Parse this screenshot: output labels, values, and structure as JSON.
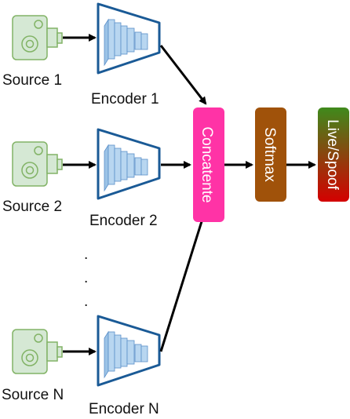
{
  "sources": [
    {
      "label": "Source 1"
    },
    {
      "label": "Source 2"
    },
    {
      "label": "Source N"
    }
  ],
  "encoders": [
    {
      "label": "Encoder 1"
    },
    {
      "label": "Encoder 2"
    },
    {
      "label": "Encoder N"
    }
  ],
  "ellipsis": ".",
  "blocks": {
    "concat": {
      "label": "Concatente"
    },
    "softmax": {
      "label": "Softmax"
    },
    "output": {
      "label": "Live/Spoof"
    }
  },
  "colors": {
    "camera_fill": "#d5e8d4",
    "camera_stroke": "#82b366",
    "encoder_stroke": "#1a5a96",
    "layer_fill": "#b8d6f0",
    "layer_stroke": "#5b8fc9",
    "concat": "#ff33a6",
    "softmax": "#a0520a",
    "output_top": "#3f8a1c",
    "output_bottom": "#d40000",
    "arrow": "#000000"
  }
}
